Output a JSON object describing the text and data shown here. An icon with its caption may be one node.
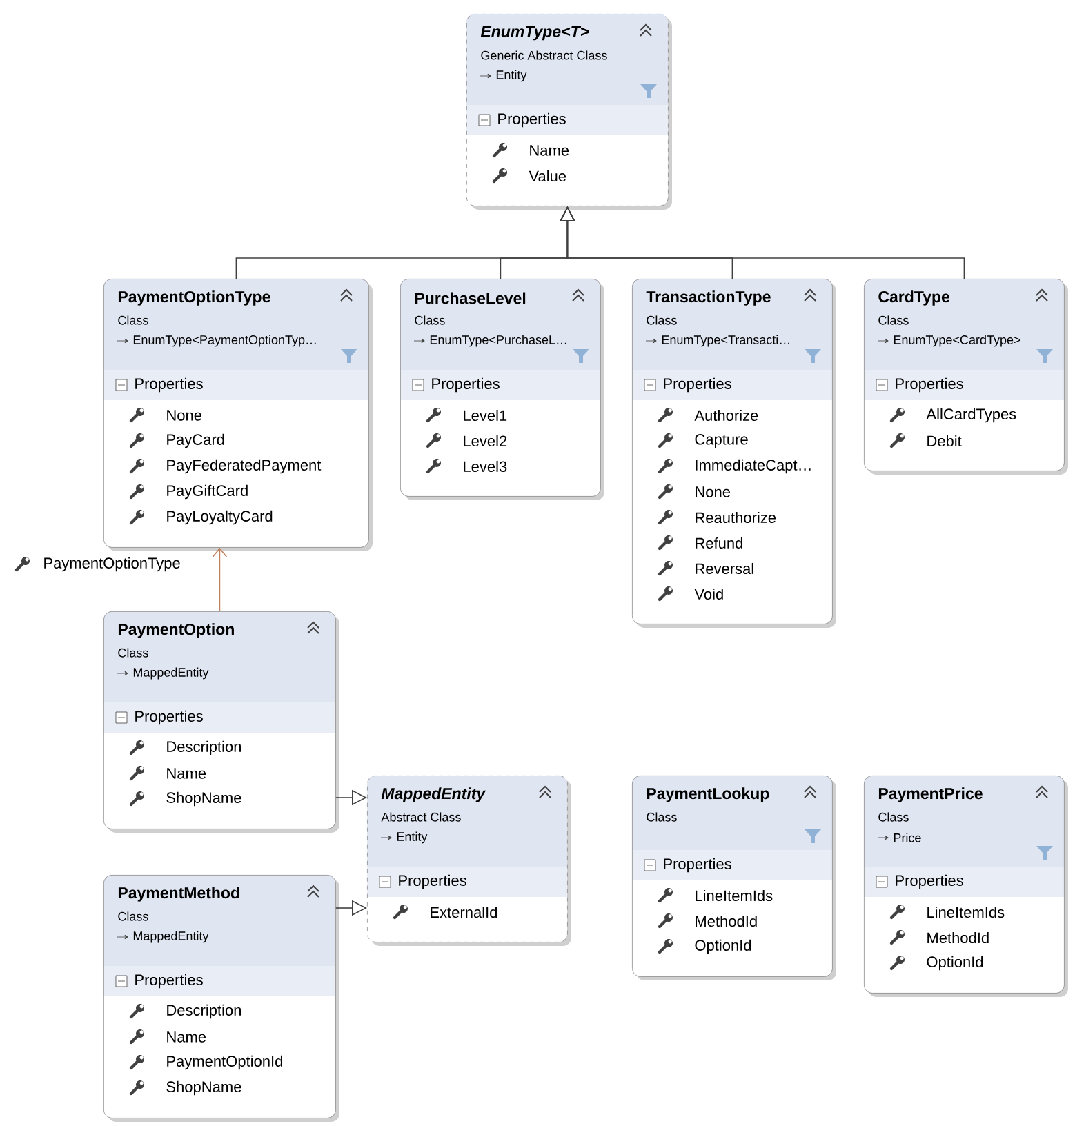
{
  "diagram": {
    "nodes": [
      {
        "text": [
          "EnumType<T>",
          "Generic Abstract Class",
          "Entity",
          "Properties",
          "Name",
          "Value"
        ]
      },
      {
        "text": [
          "PaymentOptionType",
          "Class",
          "EnumType<PaymentOptionTyp…",
          "Properties",
          "None",
          "PayCard",
          "PayFederatedPayment",
          "PayGiftCard",
          "PayLoyaltyCard"
        ]
      },
      {
        "text": [
          "PurchaseLevel",
          "Class",
          "EnumType<PurchaseL…",
          "Properties",
          "Level1",
          "Level2",
          "Level3"
        ]
      },
      {
        "text": [
          "TransactionType",
          "Class",
          "EnumType<Transacti…",
          "Properties",
          "Authorize",
          "Capture",
          "ImmediateCapt…",
          "None",
          "Reauthorize",
          "Refund",
          "Reversal",
          "Void"
        ]
      },
      {
        "text": [
          "CardType",
          "Class",
          "EnumType<CardType>",
          "Properties",
          "AllCardTypes",
          "Debit"
        ]
      },
      {
        "text": [
          "PaymentOption",
          "Class",
          "MappedEntity",
          "Properties",
          "Description",
          "Name",
          "ShopName"
        ]
      },
      {
        "text": [
          "MappedEntity",
          "Abstract Class",
          "Entity",
          "Properties",
          "ExternalId"
        ]
      },
      {
        "text": [
          "PaymentMethod",
          "Class",
          "MappedEntity",
          "Properties",
          "Description",
          "Name",
          "PaymentOptionId",
          "ShopName"
        ]
      },
      {
        "text": [
          "PaymentLookup",
          "Class",
          "Properties",
          "LineItemIds",
          "MethodId",
          "OptionId"
        ]
      },
      {
        "text": [
          "PaymentPrice",
          "Class",
          "Price",
          "Properties",
          "LineItemIds",
          "MethodId",
          "OptionId"
        ]
      }
    ],
    "edges": [
      {
        "from": 1,
        "to": 0,
        "arrow": "to"
      },
      {
        "from": 2,
        "to": 0,
        "arrow": "to"
      },
      {
        "from": 3,
        "to": 0,
        "arrow": "to"
      },
      {
        "from": 4,
        "to": 0,
        "arrow": "to"
      },
      {
        "from": 5,
        "to": 1,
        "arrow": "to",
        "label": "PaymentOptionType",
        "color": "#c0805a"
      },
      {
        "from": 5,
        "to": 6,
        "arrow": "to"
      },
      {
        "from": 7,
        "to": 6,
        "arrow": "to"
      }
    ]
  }
}
